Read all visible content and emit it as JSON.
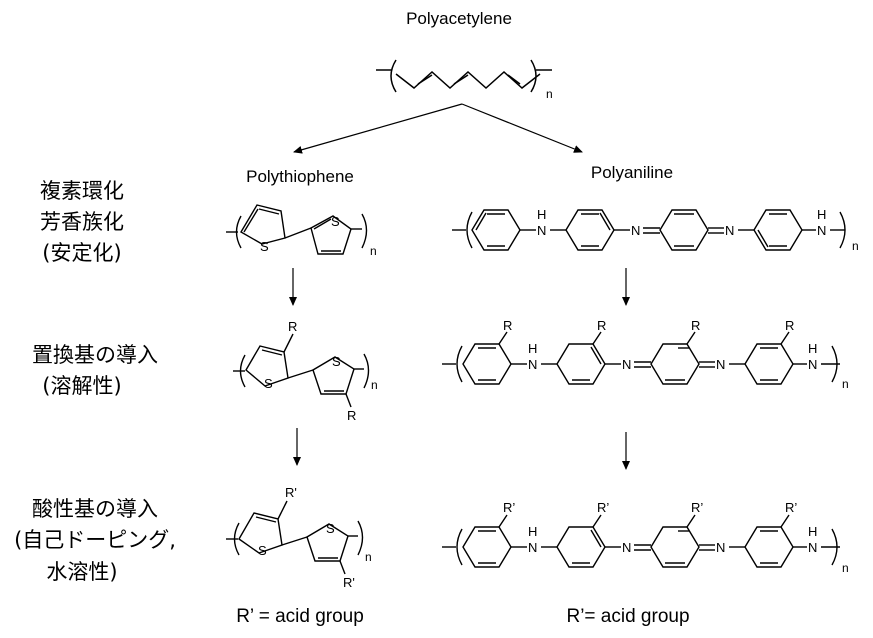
{
  "title": "Polyacetylene",
  "branches": {
    "left": "Polythiophene",
    "right": "Polyaniline"
  },
  "stages": [
    {
      "line1": "複素環化",
      "line2": "芳香族化",
      "line3": "(安定化)"
    },
    {
      "line1": "置換基の導入",
      "line2": "(溶解性)"
    },
    {
      "line1": "酸性基の導入",
      "line2": "(自己ドーピング,",
      "line3": "水溶性)"
    }
  ],
  "atoms": {
    "S": "S",
    "N": "N",
    "NH": "H",
    "R": "R",
    "Rp": "R'",
    "Rp2": "R’",
    "n": "n"
  },
  "footnotes": {
    "left": "R’ = acid group",
    "right": "R’= acid group"
  },
  "colors": {
    "line": "#000000",
    "text": "#000000",
    "background": "#ffffff"
  }
}
